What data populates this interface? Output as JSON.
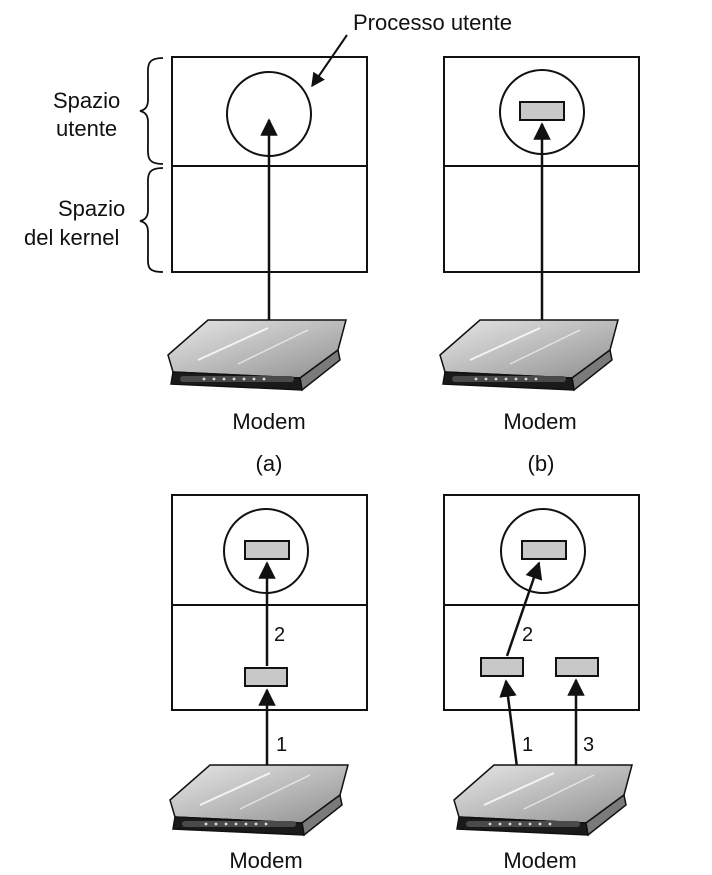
{
  "labels": {
    "process_callout": "Processo utente",
    "user_space_line1": "Spazio",
    "user_space_line2": "utente",
    "kernel_space_line1": "Spazio",
    "kernel_space_line2": "del kernel"
  },
  "panels": [
    {
      "id": "a",
      "caption": "(a)",
      "device_label": "Modem",
      "steps": []
    },
    {
      "id": "b",
      "caption": "(b)",
      "device_label": "Modem",
      "steps": []
    },
    {
      "id": "c",
      "caption": "",
      "device_label": "Modem",
      "steps": [
        "1",
        "2"
      ]
    },
    {
      "id": "d",
      "caption": "",
      "device_label": "Modem",
      "steps": [
        "1",
        "2",
        "3"
      ]
    }
  ],
  "colors": {
    "line": "#111111",
    "buffer_fill": "#c8c8c8",
    "modem_body": "#bdbdbd",
    "modem_front": "#1a1a1a"
  }
}
